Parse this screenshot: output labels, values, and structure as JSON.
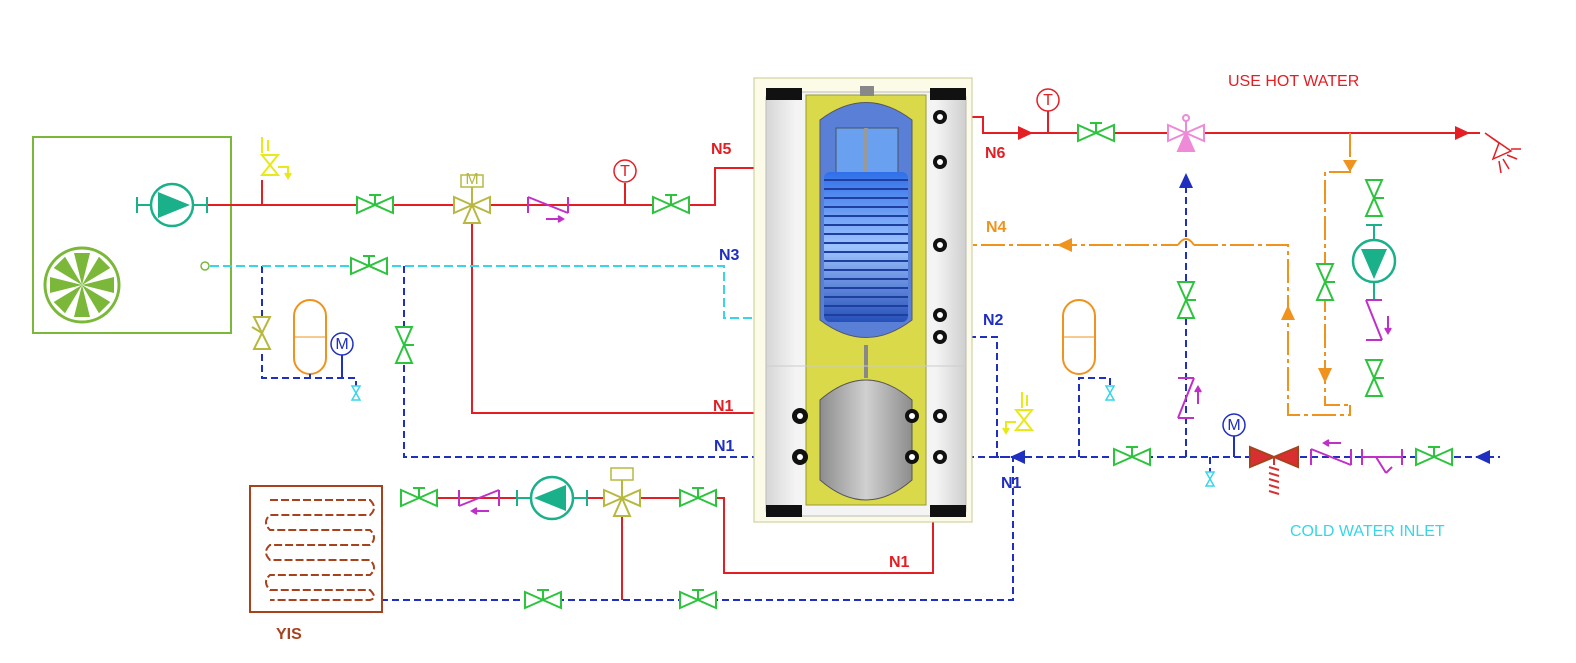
{
  "labels": {
    "n5": "N5",
    "n6": "N6",
    "n4": "N4",
    "n3": "N3",
    "n2": "N2",
    "n1_hp_return": "N1",
    "n1_hp_flow": "N1",
    "n1_cold_side": "N1",
    "n1_floor": "N1"
  },
  "captions": {
    "hot_water": "USE HOT WATER",
    "cold_water": "COLD WATER INLET",
    "floor_heating": "YIS"
  },
  "instruments": {
    "temp_1": "T",
    "temp_2": "T",
    "manometer_1": "M",
    "manometer_2": "M",
    "motor_valve": "M"
  },
  "colors": {
    "hot": "#e31e24",
    "cold": "#1f2fbf",
    "cyan": "#36d6e8",
    "orange": "#f0931e",
    "valve": "#2bc43c",
    "pump": "#19b08a",
    "safety": "#e8e81a",
    "check": "#c030c8",
    "heatpump_frame": "#7bb83a",
    "floor": "#a8421d"
  }
}
